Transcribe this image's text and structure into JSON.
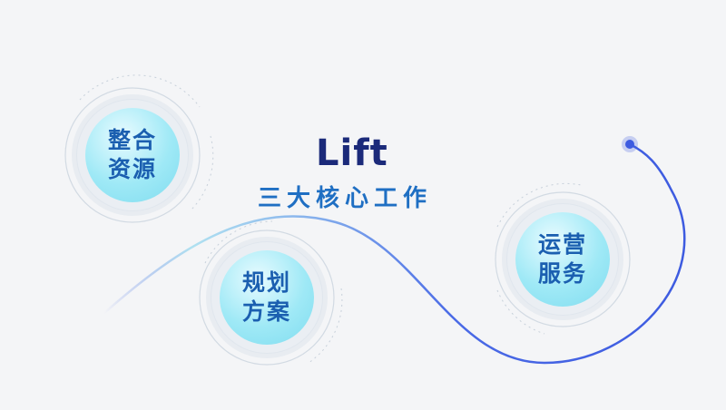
{
  "brand": {
    "logo_text": "Lift"
  },
  "subtitle": "三大核心工作",
  "nodes": {
    "integrate": {
      "line1": "整合",
      "line2": "资源"
    },
    "plan": {
      "line1": "规划",
      "line2": "方案"
    },
    "operate": {
      "line1": "运营",
      "line2": "服务"
    }
  },
  "colors": {
    "background": "#f4f5f7",
    "curve_blue": "#3d5be0",
    "node_fill": "#9fe9f6",
    "node_text": "#1b5fb0",
    "logo_navy": "#1b2a7a",
    "logo_red": "#d7262d",
    "subtitle_blue": "#1f6fc3"
  }
}
